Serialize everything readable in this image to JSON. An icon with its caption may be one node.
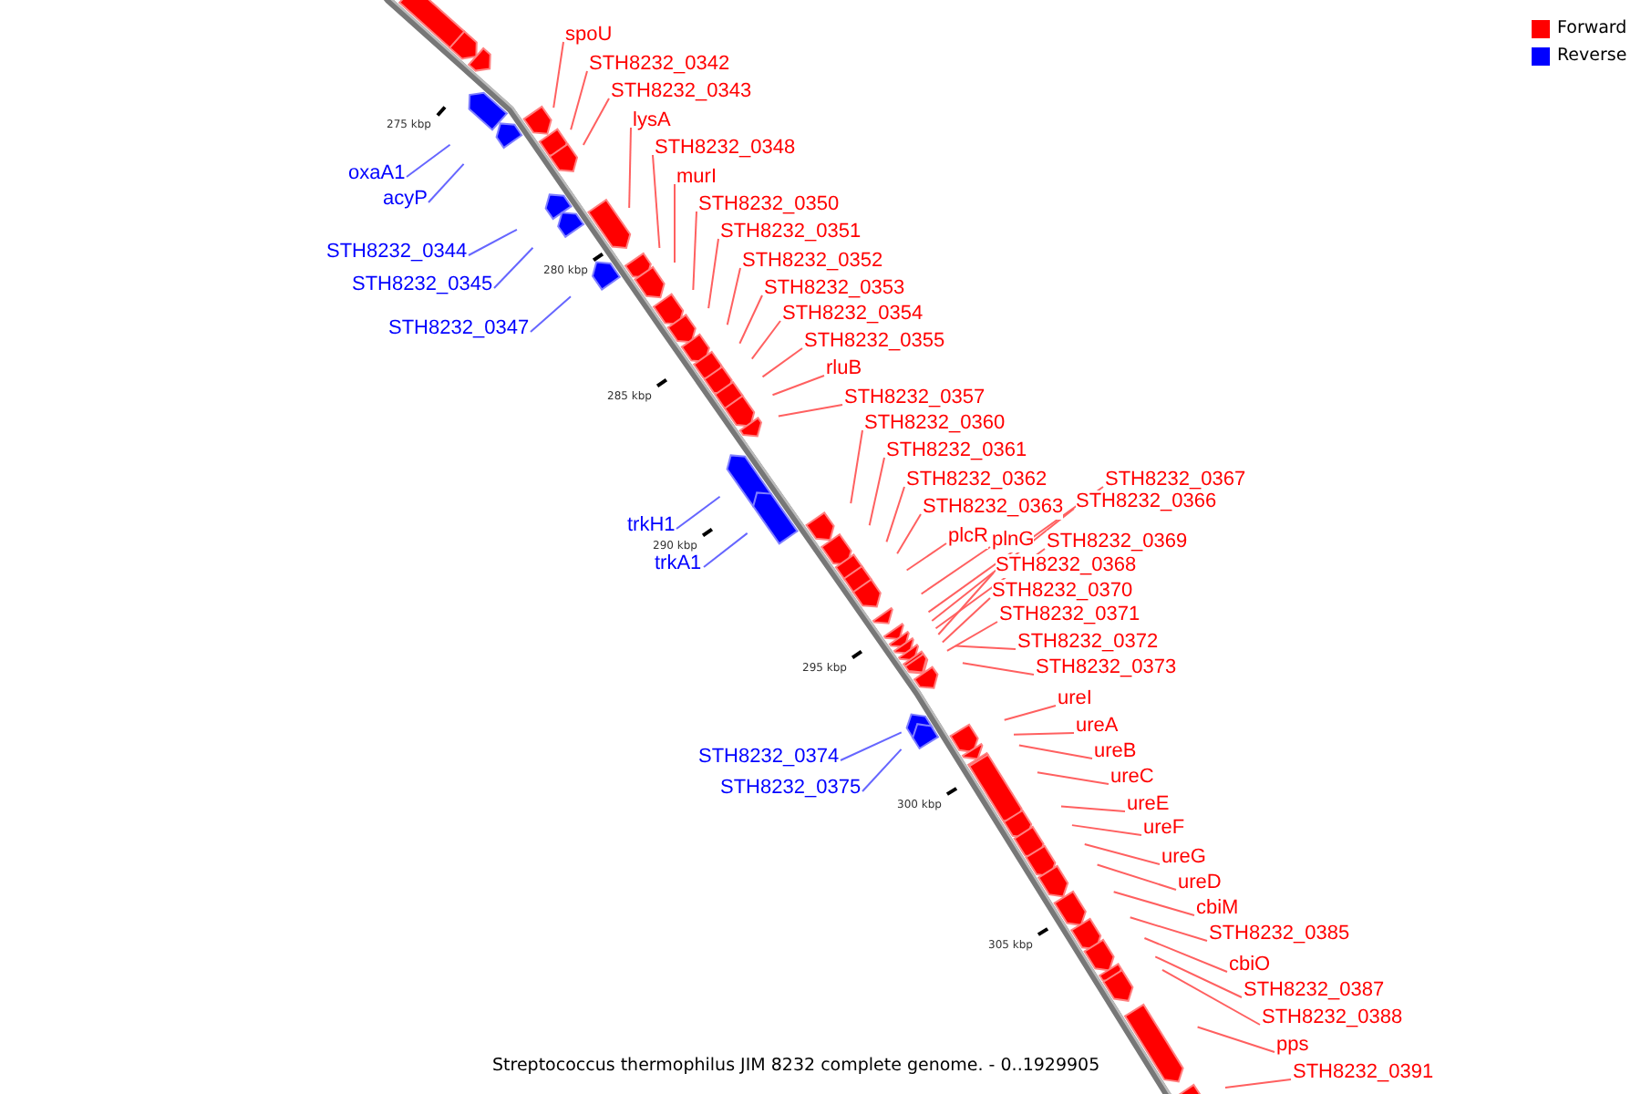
{
  "diagram": {
    "caption": "Streptococcus thermophilus JIM 8232 complete genome. - 0..1929905",
    "nodes": [
      {
        "text": [
          "spoU"
        ]
      },
      {
        "text": [
          "STH8232_0342"
        ]
      },
      {
        "text": [
          "STH8232_0343"
        ]
      },
      {
        "text": [
          "lysA"
        ]
      },
      {
        "text": [
          "STH8232_0348"
        ]
      },
      {
        "text": [
          "oxaA1"
        ]
      },
      {
        "text": [
          "murI"
        ]
      },
      {
        "text": [
          "acyP"
        ]
      },
      {
        "text": [
          "STH8232_0350"
        ]
      },
      {
        "text": [
          "STH8232_0351"
        ]
      },
      {
        "text": [
          "STH8232_0344"
        ]
      },
      {
        "text": [
          "STH8232_0352"
        ]
      },
      {
        "text": [
          "STH8232_0345"
        ]
      },
      {
        "text": [
          "STH8232_0353"
        ]
      },
      {
        "text": [
          "STH8232_0354"
        ]
      },
      {
        "text": [
          "STH8232_0347"
        ]
      },
      {
        "text": [
          "STH8232_0355"
        ]
      },
      {
        "text": [
          "rluB"
        ]
      },
      {
        "text": [
          "STH8232_0357"
        ]
      },
      {
        "text": [
          "STH8232_0360"
        ]
      },
      {
        "text": [
          "STH8232_0361"
        ]
      },
      {
        "text": [
          "STH8232_0362"
        ]
      },
      {
        "text": [
          "STH8232_0367"
        ]
      },
      {
        "text": [
          "STH8232_0366"
        ]
      },
      {
        "text": [
          "STH8232_0363"
        ]
      },
      {
        "text": [
          "trkH1"
        ]
      },
      {
        "text": [
          "plcR"
        ]
      },
      {
        "text": [
          "plnG"
        ]
      },
      {
        "text": [
          "STH8232_0369"
        ]
      },
      {
        "text": [
          "STH8232_0368"
        ]
      },
      {
        "text": [
          "trkA1"
        ]
      },
      {
        "text": [
          "STH8232_0370"
        ]
      },
      {
        "text": [
          "STH8232_0371"
        ]
      },
      {
        "text": [
          "STH8232_0372"
        ]
      },
      {
        "text": [
          "STH8232_0373"
        ]
      },
      {
        "text": [
          "ureI"
        ]
      },
      {
        "text": [
          "ureA"
        ]
      },
      {
        "text": [
          "ureB"
        ]
      },
      {
        "text": [
          "STH8232_0374"
        ]
      },
      {
        "text": [
          "ureC"
        ]
      },
      {
        "text": [
          "STH8232_0375"
        ]
      },
      {
        "text": [
          "ureE"
        ]
      },
      {
        "text": [
          "ureF"
        ]
      },
      {
        "text": [
          "ureG"
        ]
      },
      {
        "text": [
          "ureD"
        ]
      },
      {
        "text": [
          "cbiM"
        ]
      },
      {
        "text": [
          "STH8232_0385"
        ]
      },
      {
        "text": [
          "cbiO"
        ]
      },
      {
        "text": [
          "STH8232_0387"
        ]
      },
      {
        "text": [
          "STH8232_0388"
        ]
      },
      {
        "text": [
          "pps"
        ]
      },
      {
        "text": [
          "STH8232_0391"
        ]
      }
    ],
    "edges": [
      {
        "from": 0,
        "to": null,
        "arrow": "none"
      },
      {
        "from": 1,
        "to": null,
        "arrow": "none"
      },
      {
        "from": 2,
        "to": null,
        "arrow": "none"
      },
      {
        "from": 3,
        "to": null,
        "arrow": "none"
      },
      {
        "from": 4,
        "to": null,
        "arrow": "none"
      },
      {
        "from": 5,
        "to": null,
        "arrow": "none",
        "color": "#6666ff"
      },
      {
        "from": 6,
        "to": null,
        "arrow": "none"
      },
      {
        "from": 7,
        "to": null,
        "arrow": "none",
        "color": "#6666ff"
      },
      {
        "from": 8,
        "to": null,
        "arrow": "none"
      },
      {
        "from": 9,
        "to": null,
        "arrow": "none"
      },
      {
        "from": 10,
        "to": null,
        "arrow": "none",
        "color": "#6666ff"
      },
      {
        "from": 11,
        "to": null,
        "arrow": "none"
      },
      {
        "from": 12,
        "to": null,
        "arrow": "none",
        "color": "#6666ff"
      },
      {
        "from": 13,
        "to": null,
        "arrow": "none"
      },
      {
        "from": 14,
        "to": null,
        "arrow": "none"
      },
      {
        "from": 15,
        "to": null,
        "arrow": "none",
        "color": "#6666ff"
      },
      {
        "from": 16,
        "to": null,
        "arrow": "none"
      },
      {
        "from": 17,
        "to": null,
        "arrow": "none"
      },
      {
        "from": 18,
        "to": null,
        "arrow": "none"
      },
      {
        "from": 19,
        "to": null,
        "arrow": "none"
      },
      {
        "from": 20,
        "to": null,
        "arrow": "none"
      },
      {
        "from": 21,
        "to": null,
        "arrow": "none"
      },
      {
        "from": 22,
        "to": null,
        "arrow": "none"
      },
      {
        "from": 23,
        "to": null,
        "arrow": "none"
      },
      {
        "from": 24,
        "to": null,
        "arrow": "none"
      },
      {
        "from": 25,
        "to": null,
        "arrow": "none",
        "color": "#6666ff"
      },
      {
        "from": 26,
        "to": null,
        "arrow": "none"
      },
      {
        "from": 27,
        "to": null,
        "arrow": "none"
      },
      {
        "from": 28,
        "to": null,
        "arrow": "none"
      },
      {
        "from": 29,
        "to": null,
        "arrow": "none"
      },
      {
        "from": 30,
        "to": null,
        "arrow": "none",
        "color": "#6666ff"
      },
      {
        "from": 31,
        "to": null,
        "arrow": "none"
      },
      {
        "from": 32,
        "to": null,
        "arrow": "none"
      },
      {
        "from": 33,
        "to": null,
        "arrow": "none"
      },
      {
        "from": 34,
        "to": null,
        "arrow": "none"
      },
      {
        "from": 35,
        "to": null,
        "arrow": "none"
      },
      {
        "from": 36,
        "to": null,
        "arrow": "none"
      },
      {
        "from": 37,
        "to": null,
        "arrow": "none"
      },
      {
        "from": 38,
        "to": null,
        "arrow": "none",
        "color": "#6666ff"
      },
      {
        "from": 39,
        "to": null,
        "arrow": "none"
      },
      {
        "from": 40,
        "to": null,
        "arrow": "none",
        "color": "#6666ff"
      },
      {
        "from": 41,
        "to": null,
        "arrow": "none"
      },
      {
        "from": 42,
        "to": null,
        "arrow": "none"
      },
      {
        "from": 43,
        "to": null,
        "arrow": "none"
      },
      {
        "from": 44,
        "to": null,
        "arrow": "none"
      },
      {
        "from": 45,
        "to": null,
        "arrow": "none"
      },
      {
        "from": 46,
        "to": null,
        "arrow": "none"
      },
      {
        "from": 47,
        "to": null,
        "arrow": "none"
      },
      {
        "from": 48,
        "to": null,
        "arrow": "none"
      },
      {
        "from": 49,
        "to": null,
        "arrow": "none"
      },
      {
        "from": 50,
        "to": null,
        "arrow": "none"
      },
      {
        "from": 51,
        "to": null,
        "arrow": "none"
      }
    ],
    "labels": [
      "275 kbp",
      "280 kbp",
      "285 kbp",
      "290 kbp",
      "295 kbp",
      "300 kbp",
      "305 kbp"
    ],
    "legend": [
      {
        "text": "Forward",
        "color": "#ff0000"
      },
      {
        "text": "Reverse",
        "color": "#0000ff"
      }
    ]
  }
}
